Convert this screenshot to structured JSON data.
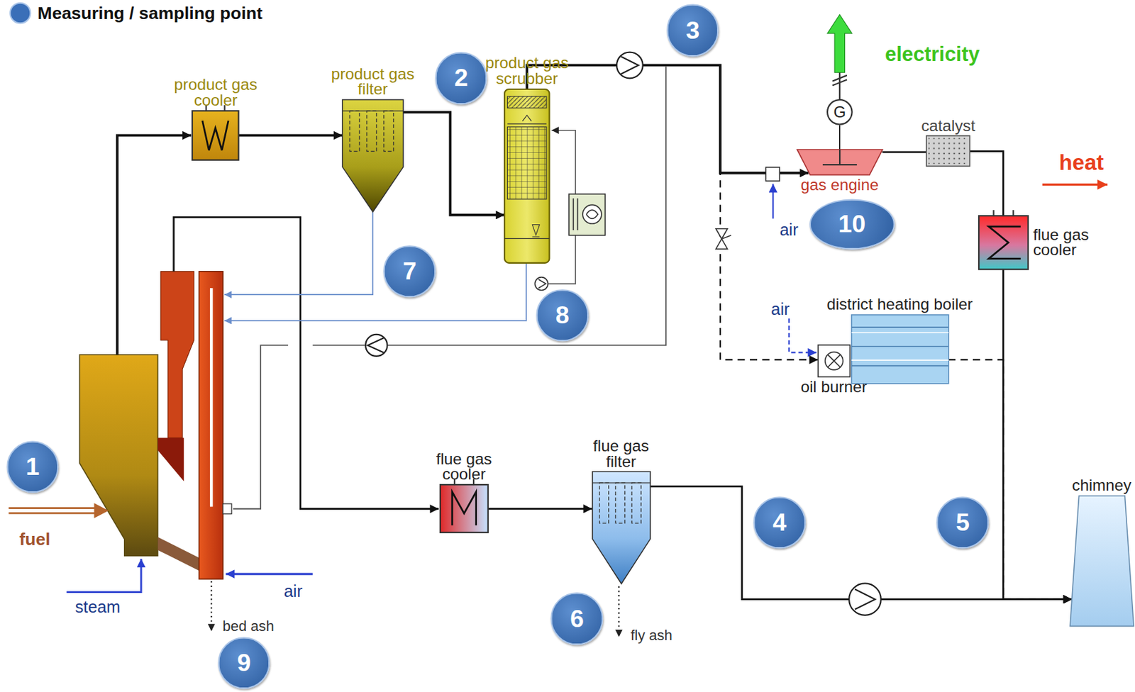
{
  "diagram": {
    "nodes": [
      {
        "text": [
          "product gas cooler"
        ]
      },
      {
        "text": [
          "product gas filter"
        ]
      },
      {
        "text": [
          "product gas scrubber"
        ]
      },
      {
        "text": [
          "G"
        ]
      },
      {
        "text": [
          "gas engine"
        ]
      },
      {
        "text": [
          "catalyst"
        ]
      },
      {
        "text": [
          "flue gas cooler"
        ]
      },
      {
        "text": [
          "oil burner"
        ]
      },
      {
        "text": [
          "district heating boiler"
        ]
      },
      {
        "text": [
          "flue gas cooler"
        ]
      },
      {
        "text": [
          "flue gas filter"
        ]
      },
      {
        "text": [
          "chimney"
        ]
      }
    ],
    "edges": [
      {
        "from": 0,
        "to": 1,
        "arrow": "to"
      },
      {
        "from": 1,
        "to": 2,
        "arrow": "to"
      },
      {
        "from": 2,
        "to": 4,
        "arrow": "to"
      },
      {
        "from": 3,
        "to": 4,
        "arrow": "none"
      },
      {
        "from": 4,
        "to": 5,
        "arrow": "none"
      },
      {
        "from": 5,
        "to": 6,
        "arrow": "none"
      },
      {
        "from": 6,
        "to": 11,
        "arrow": "to"
      },
      {
        "from": 2,
        "to": 7,
        "arrow": "to"
      },
      {
        "from": 8,
        "to": 11,
        "arrow": "to"
      },
      {
        "from": 9,
        "to": 10,
        "arrow": "to"
      },
      {
        "from": 10,
        "to": 11,
        "arrow": "to"
      }
    ],
    "labels": [
      "1",
      "2",
      "3",
      "4",
      "5",
      "6",
      "7",
      "8",
      "9",
      "10",
      "fuel",
      "steam",
      "air",
      "bed ash",
      "fly ash",
      "air",
      "air",
      "electricity",
      "heat"
    ],
    "legend": [
      {
        "text": "Measuring / sampling point"
      }
    ]
  }
}
